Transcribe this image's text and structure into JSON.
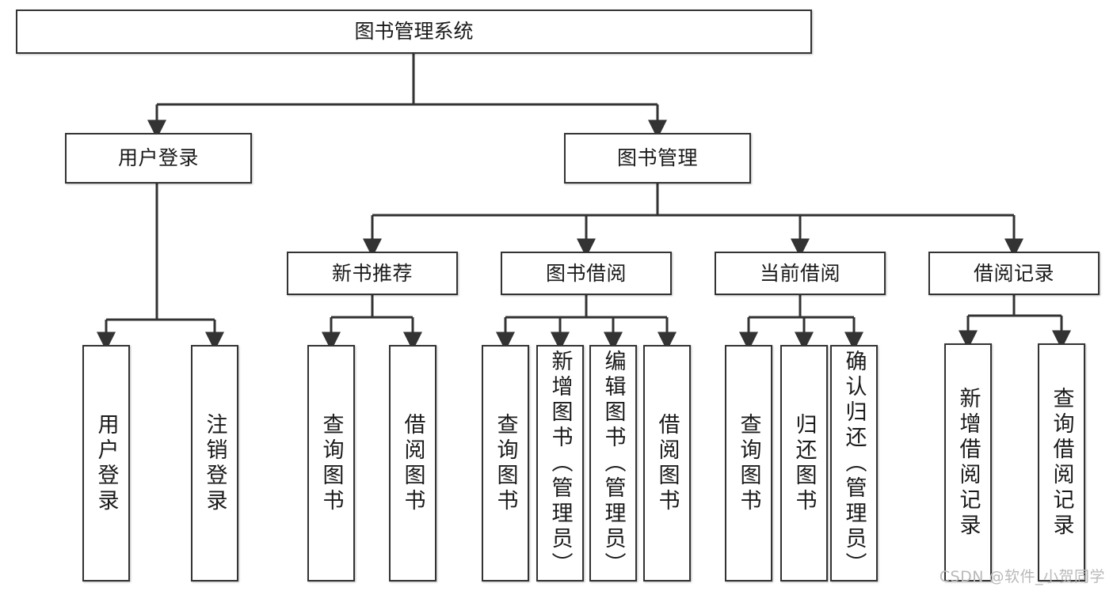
{
  "diagram": {
    "type": "hierarchy-tree",
    "title_node": {
      "id": "root",
      "label": "图书管理系统"
    },
    "level2": [
      {
        "id": "login",
        "label": "用户登录"
      },
      {
        "id": "bookmgmt",
        "label": "图书管理"
      }
    ],
    "level3": [
      {
        "id": "newbook",
        "label": "新书推荐",
        "parent": "bookmgmt"
      },
      {
        "id": "borrow",
        "label": "图书借阅",
        "parent": "bookmgmt"
      },
      {
        "id": "current",
        "label": "当前借阅",
        "parent": "bookmgmt"
      },
      {
        "id": "records",
        "label": "借阅记录",
        "parent": "bookmgmt"
      }
    ],
    "leaves": [
      {
        "id": "leaf-user-login",
        "label": "用户登录",
        "parent": "login"
      },
      {
        "id": "leaf-logout",
        "label": "注销登录",
        "parent": "login"
      },
      {
        "id": "leaf-query-book-1",
        "label": "查询图书",
        "parent": "newbook"
      },
      {
        "id": "leaf-borrow-book-1",
        "label": "借阅图书",
        "parent": "newbook"
      },
      {
        "id": "leaf-query-book-2",
        "label": "查询图书",
        "parent": "borrow"
      },
      {
        "id": "leaf-add-book",
        "label": "新增图书（管理员）",
        "parent": "borrow"
      },
      {
        "id": "leaf-edit-book",
        "label": "编辑图书（管理员）",
        "parent": "borrow"
      },
      {
        "id": "leaf-borrow-book-2",
        "label": "借阅图书",
        "parent": "borrow"
      },
      {
        "id": "leaf-query-book-3",
        "label": "查询图书",
        "parent": "current"
      },
      {
        "id": "leaf-return-book",
        "label": "归还图书",
        "parent": "current"
      },
      {
        "id": "leaf-confirm-return",
        "label": "确认归还（管理员）",
        "parent": "current"
      },
      {
        "id": "leaf-add-record",
        "label": "新增借阅记录",
        "parent": "records"
      },
      {
        "id": "leaf-query-record",
        "label": "查询借阅记录",
        "parent": "records"
      }
    ],
    "colors": {
      "box_border": "#333333",
      "box_fill": "#ffffff",
      "edge": "#333333",
      "text": "#1a1a1a",
      "watermark": "#b9b9b9",
      "canvas": "#ffffff"
    }
  },
  "watermark": {
    "text": "CSDN @软件_小贺同学"
  }
}
